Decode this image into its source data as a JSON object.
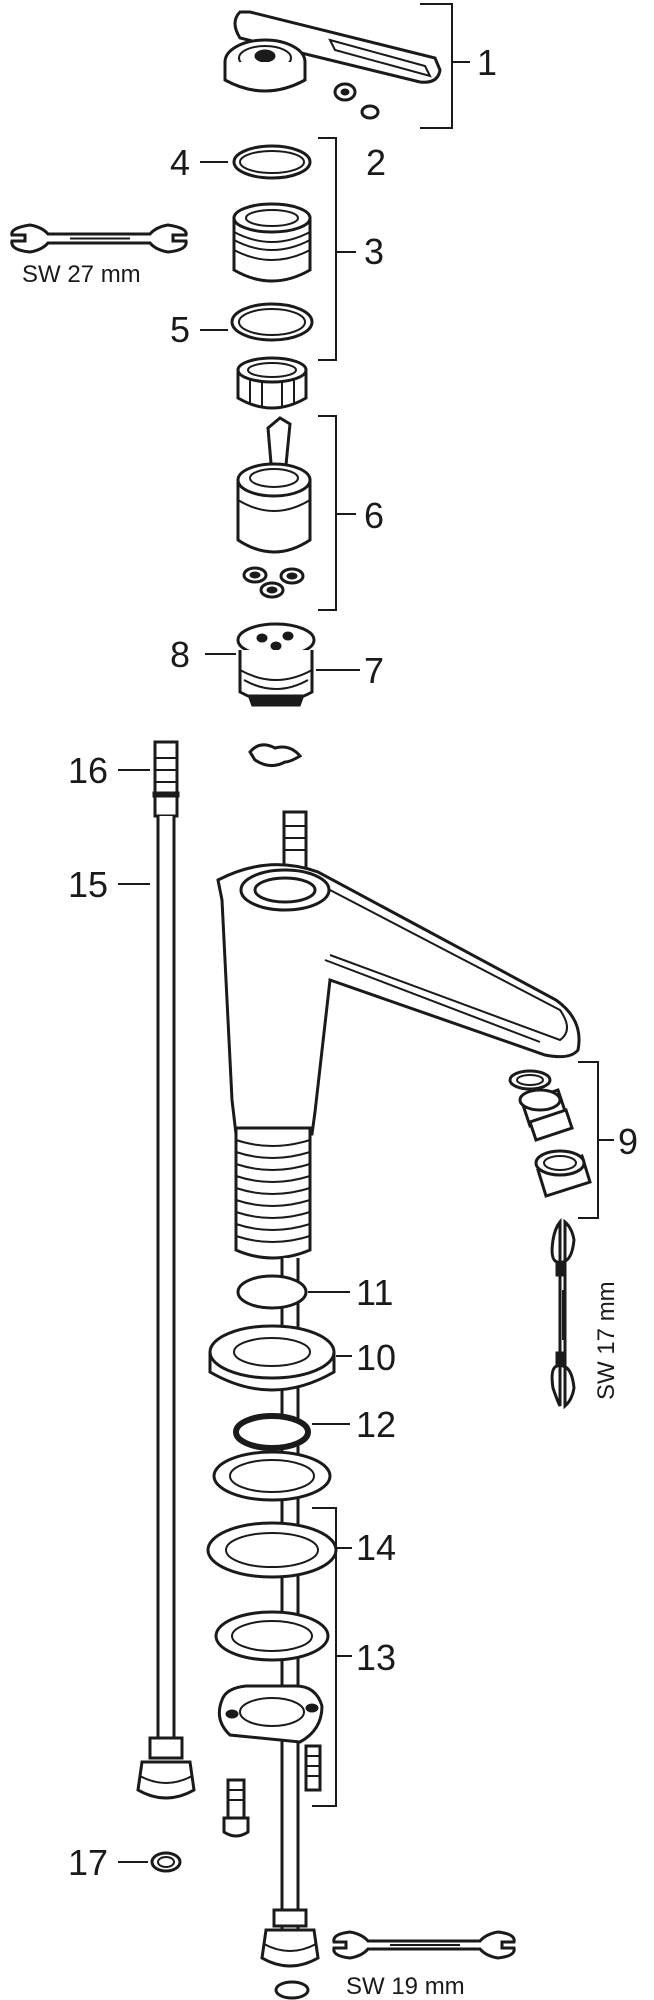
{
  "callouts": {
    "c1": "1",
    "c2": "2",
    "c3": "3",
    "c4": "4",
    "c5": "5",
    "c6": "6",
    "c7": "7",
    "c8": "8",
    "c9": "9",
    "c10": "10",
    "c11": "11",
    "c12": "12",
    "c13": "13",
    "c14": "14",
    "c15": "15",
    "c16": "16",
    "c17": "17"
  },
  "tools": {
    "wrench_27": "SW 27 mm",
    "wrench_17": "SW 17 mm",
    "wrench_19": "SW 19 mm"
  },
  "colors": {
    "ink": "#1a1a1a",
    "paper": "#ffffff"
  }
}
